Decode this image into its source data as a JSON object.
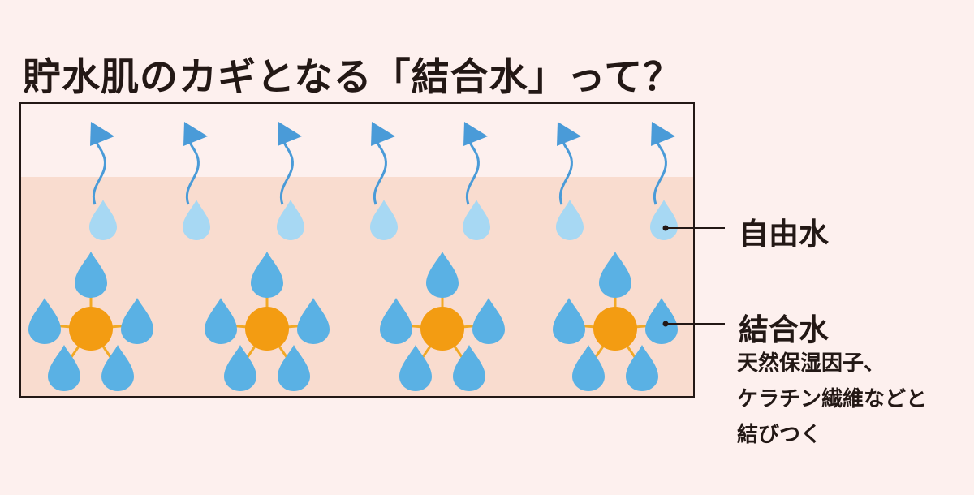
{
  "title": "貯水肌のカギとなる「結合水」って？",
  "labels": {
    "free_water": "自由水",
    "bound_water": "結合水",
    "bound_water_desc": [
      "天然保湿因子、",
      "ケラチン繊維などと",
      "結びつく"
    ]
  },
  "colors": {
    "background": "#fdf0ee",
    "skin": "#f9dccf",
    "air": "#fdf0ee",
    "border": "#231815",
    "free_drop": "#a7d8f3",
    "bound_drop": "#5ab1e4",
    "arrow": "#4a9bd8",
    "molecule": "#f39c12",
    "bond": "#f2a925"
  }
}
